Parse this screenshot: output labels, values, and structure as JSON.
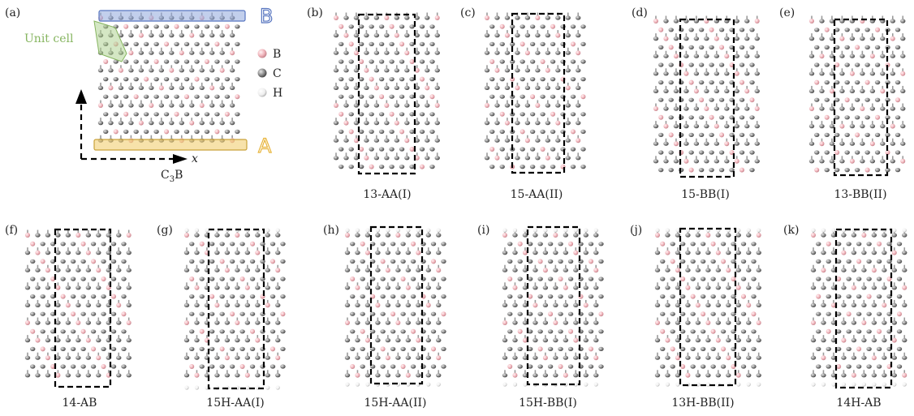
{
  "figure": {
    "panel_a": {
      "letter": "(a)",
      "edge_top_label": "B",
      "edge_bottom_label": "A",
      "unit_cell_label": "Unit cell",
      "legend": [
        {
          "label": "B",
          "color": "#f2b8bf"
        },
        {
          "label": "C",
          "color": "#8a8a8a"
        },
        {
          "label": "H",
          "color": "#f4f4f4"
        }
      ],
      "axis_label": "x",
      "caption": "C",
      "caption_sub": "3",
      "caption_tail": "B"
    },
    "panels": [
      {
        "letter": "(b)",
        "caption": "13-AA(I)"
      },
      {
        "letter": "(c)",
        "caption": "15-AA(II)"
      },
      {
        "letter": "(d)",
        "caption": "15-BB(I)"
      },
      {
        "letter": "(e)",
        "caption": "13-BB(II)"
      },
      {
        "letter": "(f)",
        "caption": "14-AB"
      },
      {
        "letter": "(g)",
        "caption": "15H-AA(I)"
      },
      {
        "letter": "(h)",
        "caption": "15H-AA(II)"
      },
      {
        "letter": "(i)",
        "caption": "15H-BB(I)"
      },
      {
        "letter": "(j)",
        "caption": "13H-BB(II)"
      },
      {
        "letter": "(k)",
        "caption": "14H-AB"
      }
    ],
    "colors": {
      "carbon": "#8c8c8c",
      "boron": "#f1b6bd",
      "hydrogen": "#f5f5f5",
      "edge_b": "#8fa7dc",
      "edge_a": "#f2cf72",
      "unit_cell": "#a9cf8a"
    }
  }
}
